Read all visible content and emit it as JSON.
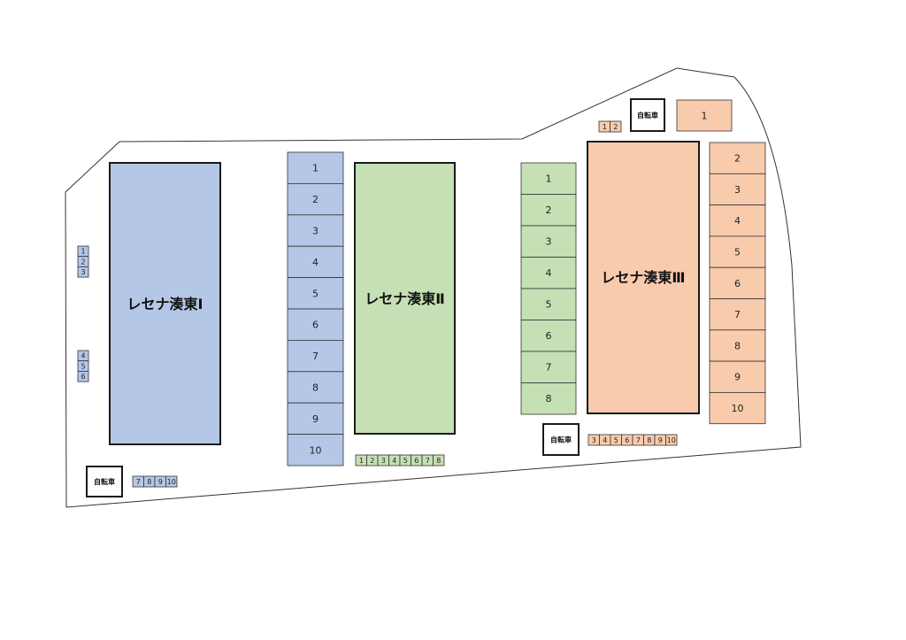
{
  "colors": {
    "blue": "#b4c7e7",
    "green": "#c5e0b4",
    "orange": "#f8cbad",
    "stroke": "#333333",
    "building_border": "#1a1a1a"
  },
  "buildings": [
    {
      "id": "b1",
      "name": "レセナ湊東Ⅰ",
      "color": "blue"
    },
    {
      "id": "b2",
      "name": "レセナ湊東Ⅱ",
      "color": "green"
    },
    {
      "id": "b3",
      "name": "レセナ湊東Ⅲ",
      "color": "orange"
    }
  ],
  "bicycle_parking": [
    {
      "id": "bike1",
      "label": "自転車"
    },
    {
      "id": "bike2",
      "label": "自転車"
    },
    {
      "id": "bike3",
      "label": "自転車"
    }
  ],
  "parking_groups": [
    {
      "id": "blue-main",
      "color": "blue",
      "spaces": [
        "1",
        "2",
        "3",
        "4",
        "5",
        "6",
        "7",
        "8",
        "9",
        "10"
      ]
    },
    {
      "id": "blue-left-a",
      "color": "blue",
      "spaces": [
        "1",
        "2",
        "3"
      ]
    },
    {
      "id": "blue-left-b",
      "color": "blue",
      "spaces": [
        "4",
        "5",
        "6"
      ]
    },
    {
      "id": "blue-bottom",
      "color": "blue",
      "spaces": [
        "7",
        "8",
        "9",
        "10"
      ]
    },
    {
      "id": "green-main",
      "color": "green",
      "spaces": [
        "1",
        "2",
        "3",
        "4",
        "5",
        "6",
        "7",
        "8"
      ]
    },
    {
      "id": "green-bottom",
      "color": "green",
      "spaces": [
        "1",
        "2",
        "3",
        "4",
        "5",
        "6",
        "7",
        "8"
      ]
    },
    {
      "id": "orange-top-single",
      "color": "orange",
      "spaces": [
        "1"
      ]
    },
    {
      "id": "orange-top-small",
      "color": "orange",
      "spaces": [
        "1",
        "2"
      ]
    },
    {
      "id": "orange-main",
      "color": "orange",
      "spaces": [
        "2",
        "3",
        "4",
        "5",
        "6",
        "7",
        "8",
        "9",
        "10"
      ]
    },
    {
      "id": "orange-bottom",
      "color": "orange",
      "spaces": [
        "3",
        "4",
        "5",
        "6",
        "7",
        "8",
        "9",
        "10"
      ]
    }
  ]
}
